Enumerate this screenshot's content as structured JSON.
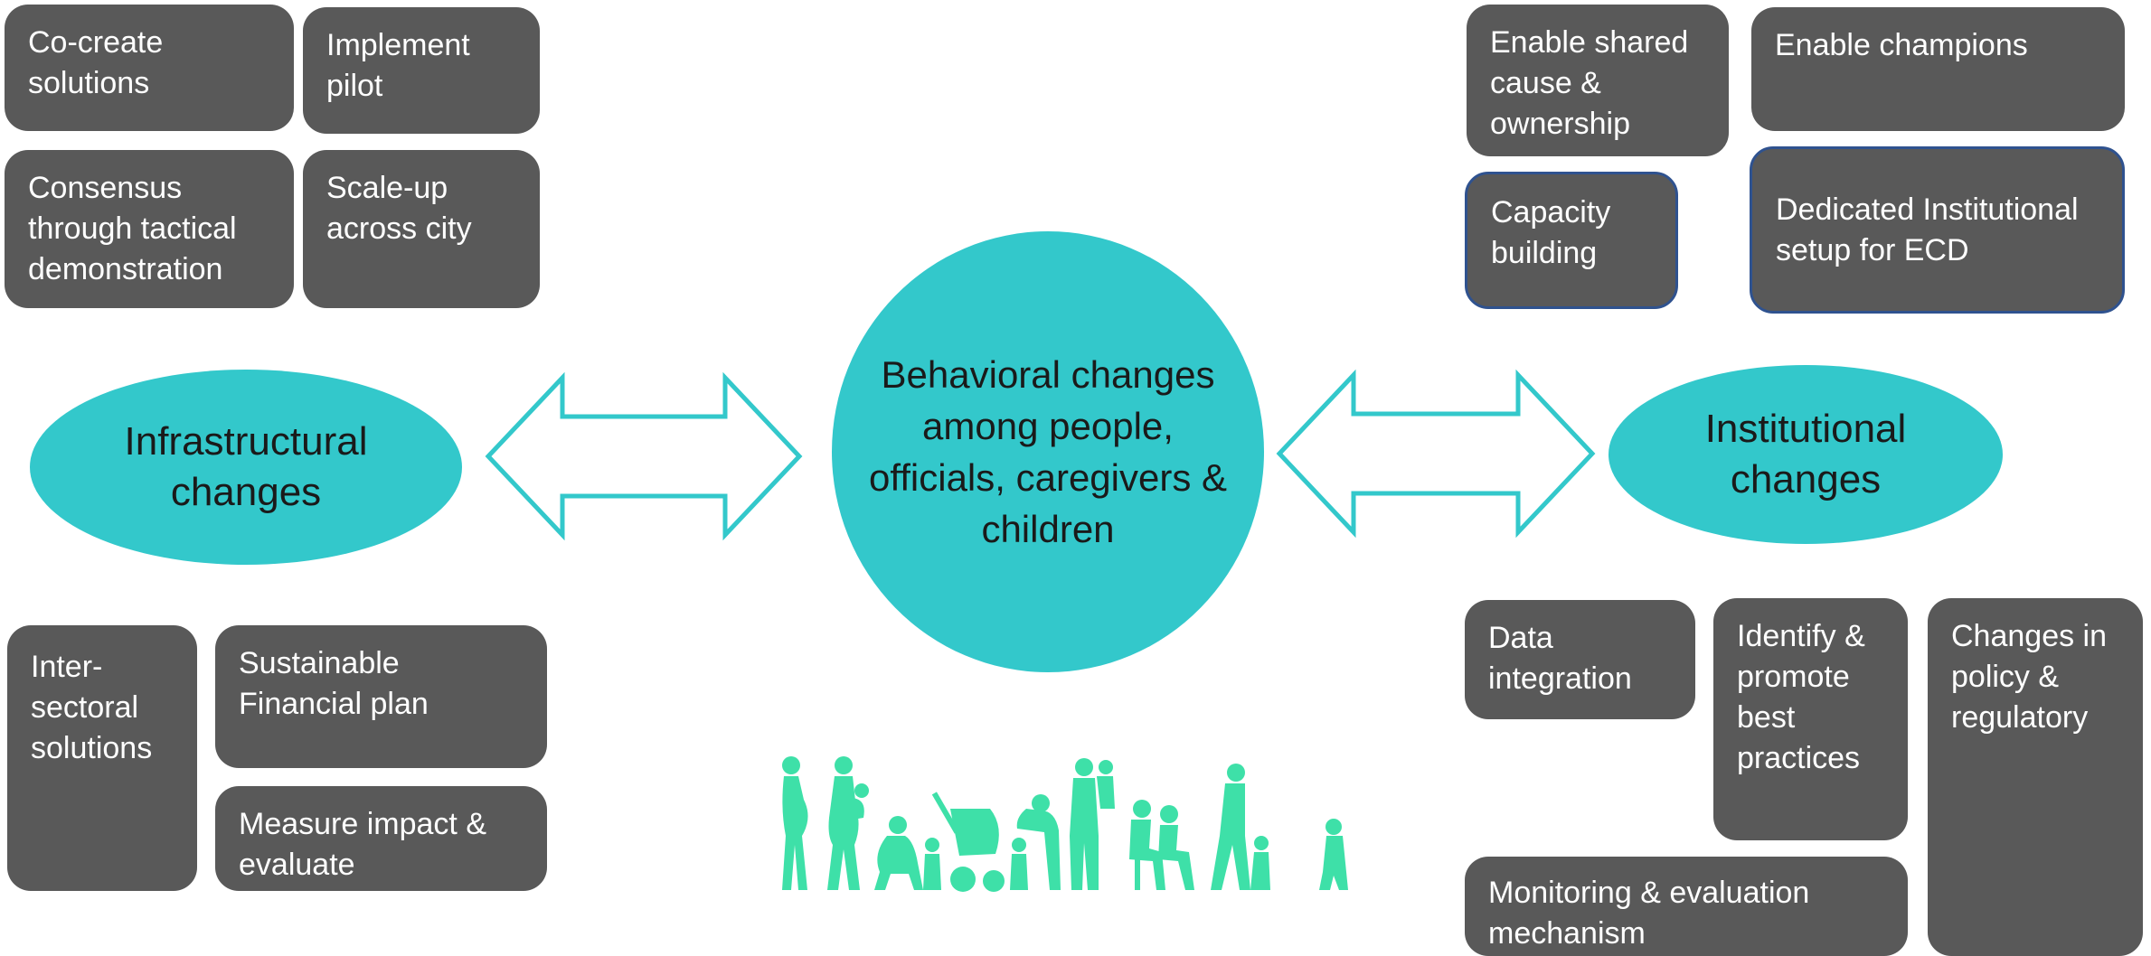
{
  "colors": {
    "box": "#595959",
    "box_text": "#ffffff",
    "teal": "#33c8cb",
    "arrow_stroke": "#33c8cb",
    "outline": "#2f528f",
    "silhouette": "#3ee0a8"
  },
  "left": {
    "title": "Infrastructural changes",
    "top_boxes": [
      "Co-create solutions",
      "Implement pilot",
      "Consensus through tactical demonstration",
      "Scale-up across city"
    ],
    "bottom_boxes": [
      "Inter-sectoral solutions",
      "Sustainable Financial plan",
      "Measure impact  & evaluate"
    ]
  },
  "center": {
    "title": "Behavioral changes among people, officials, caregivers & children",
    "illustration": "family-silhouettes"
  },
  "right": {
    "title": "Institutional changes",
    "top_boxes": [
      "Enable shared cause & ownership",
      "Enable champions",
      "Capacity building",
      "Dedicated Institutional setup for ECD"
    ],
    "bottom_boxes": [
      "Data integration",
      "Identify & promote best practices",
      "Changes in policy & regulatory",
      "Monitoring & evaluation mechanism"
    ]
  },
  "arrows": [
    "double-arrow-icon",
    "double-arrow-icon"
  ]
}
